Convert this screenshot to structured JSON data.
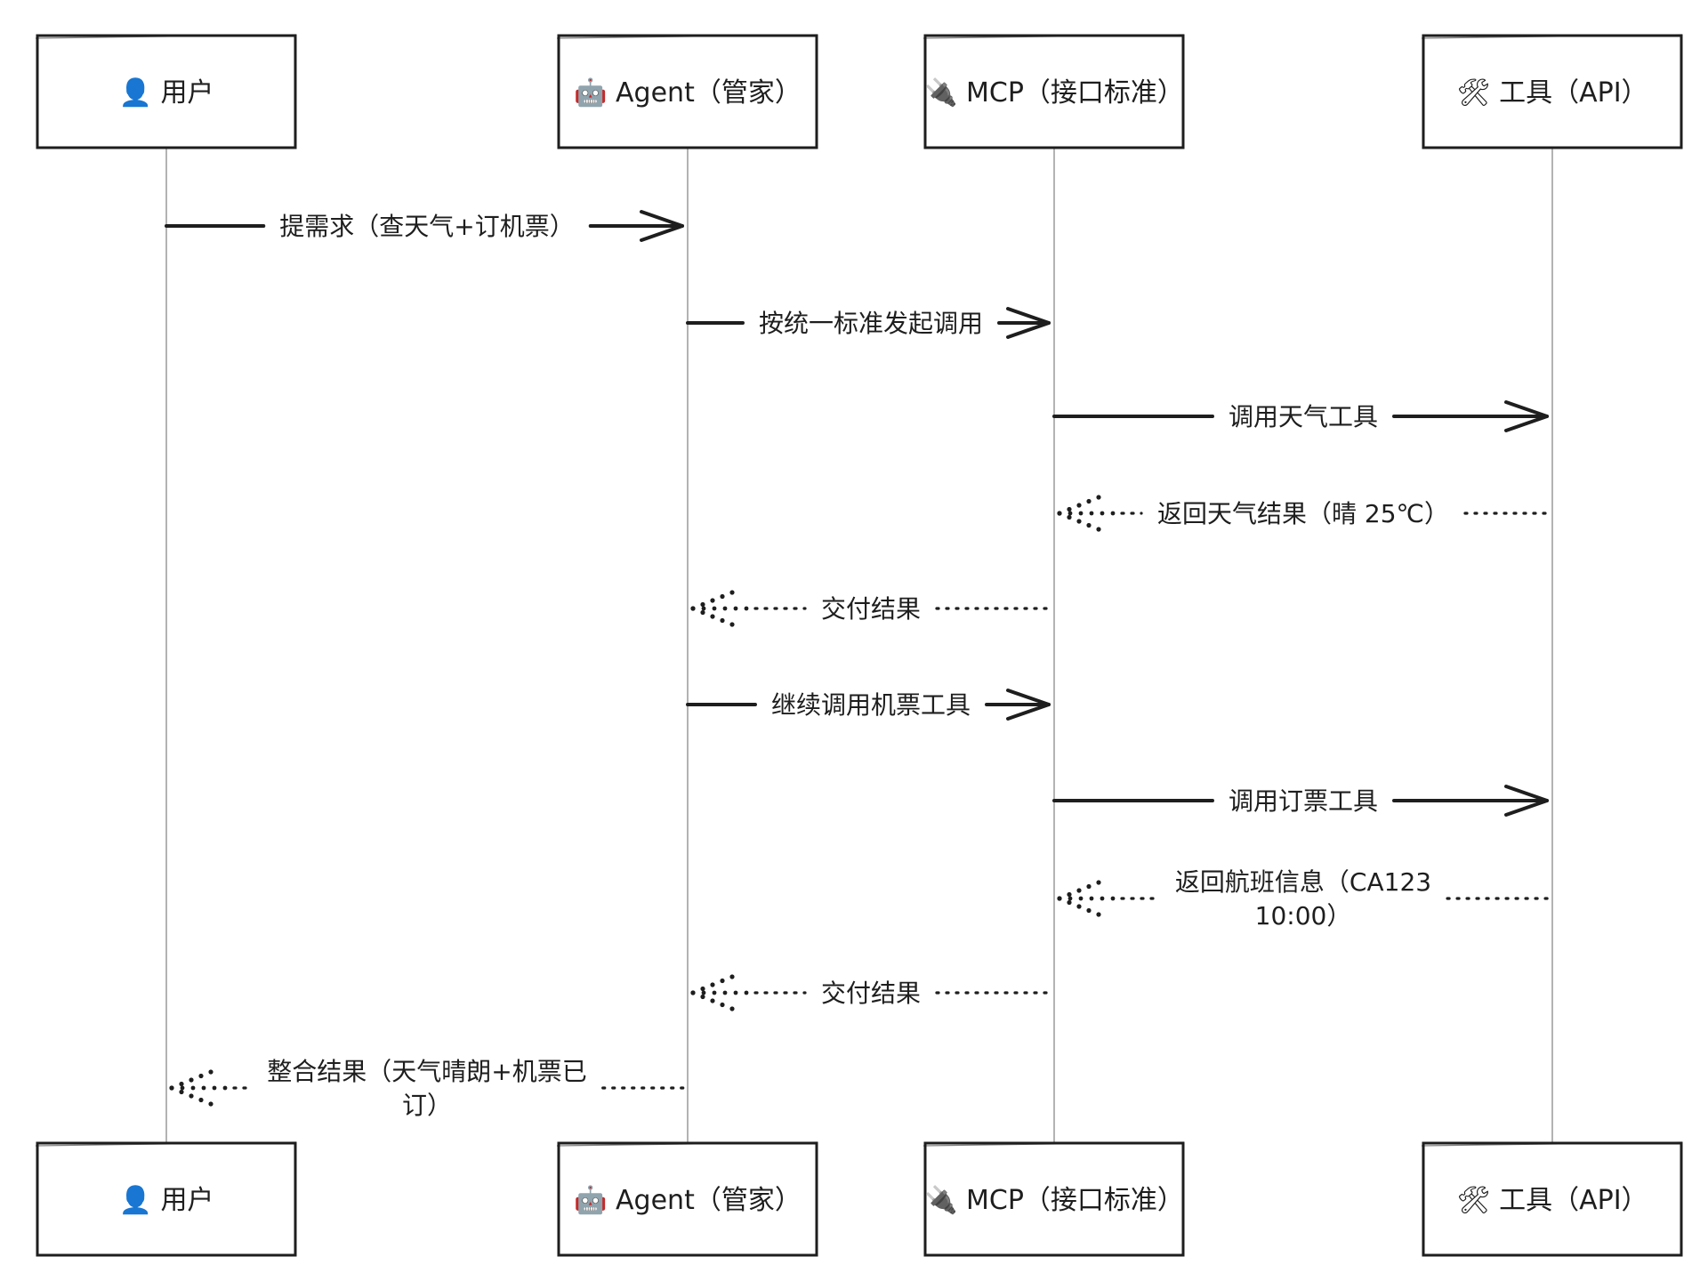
{
  "participants": [
    {
      "id": "user",
      "icon": "user-icon",
      "glyph": "👤",
      "label": "用户"
    },
    {
      "id": "agent",
      "icon": "robot-icon",
      "glyph": "🤖",
      "label": "Agent（管家）"
    },
    {
      "id": "mcp",
      "icon": "plug-icon",
      "glyph": "🔌",
      "label": "MCP（接口标准）"
    },
    {
      "id": "tool",
      "icon": "tools-icon",
      "glyph": "🛠",
      "label": "工具（API）"
    }
  ],
  "messages": [
    {
      "from": "user",
      "to": "agent",
      "style": "solid",
      "lines": [
        "提需求（查天气+订机票）"
      ]
    },
    {
      "from": "agent",
      "to": "mcp",
      "style": "solid",
      "lines": [
        "按统一标准发起调用"
      ]
    },
    {
      "from": "mcp",
      "to": "tool",
      "style": "solid",
      "lines": [
        "调用天气工具"
      ]
    },
    {
      "from": "tool",
      "to": "mcp",
      "style": "dotted",
      "lines": [
        "返回天气结果（晴 25℃）"
      ]
    },
    {
      "from": "mcp",
      "to": "agent",
      "style": "dotted",
      "lines": [
        "交付结果"
      ]
    },
    {
      "from": "agent",
      "to": "mcp",
      "style": "solid",
      "lines": [
        "继续调用机票工具"
      ]
    },
    {
      "from": "mcp",
      "to": "tool",
      "style": "solid",
      "lines": [
        "调用订票工具"
      ]
    },
    {
      "from": "tool",
      "to": "mcp",
      "style": "dotted",
      "lines": [
        "返回航班信息（CA123",
        "10:00）"
      ]
    },
    {
      "from": "mcp",
      "to": "agent",
      "style": "dotted",
      "lines": [
        "交付结果"
      ]
    },
    {
      "from": "agent",
      "to": "user",
      "style": "dotted",
      "lines": [
        "整合结果（天气晴朗+机票已",
        "订）"
      ]
    }
  ]
}
